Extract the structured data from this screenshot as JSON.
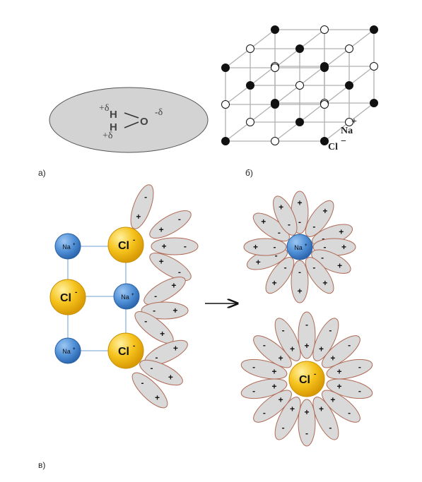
{
  "captions": {
    "a": "а)",
    "b": "б)",
    "c": "в)"
  },
  "water": {
    "delta_plus": "+δ",
    "delta_minus": "-δ",
    "hydrogen": "H",
    "oxygen": "O"
  },
  "lattice": {
    "sodium": "Na",
    "sodium_charge": "+",
    "chlorine": "Cl",
    "chlorine_charge": "−"
  },
  "ions": {
    "sodium": "Na",
    "sodium_charge": "+",
    "chloride": "Cl",
    "chloride_charge": "-"
  },
  "dipole": {
    "plus": "+",
    "minus": "-"
  },
  "colors": {
    "sodium_fill": "#4f8fd6",
    "chloride_fill": "#f5c21b",
    "dipole_fill": "#d9d9d9",
    "dipole_stroke": "#b06a55",
    "water_fill": "#d3d3d3",
    "lattice_bond": "#b0b0b0"
  }
}
